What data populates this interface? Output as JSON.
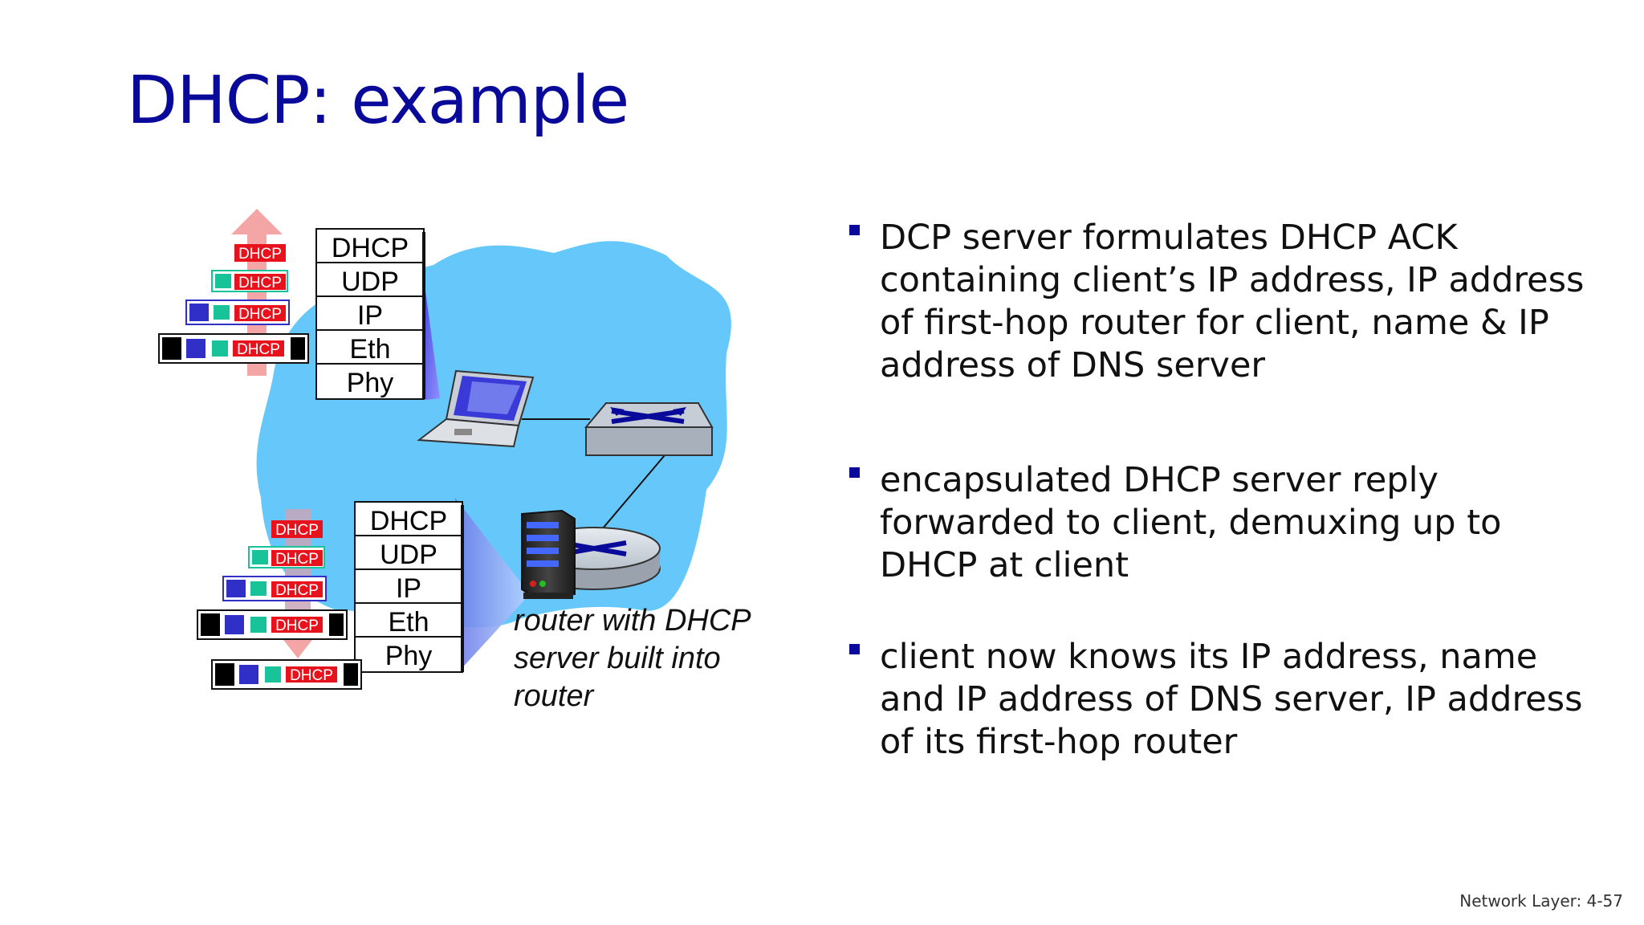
{
  "title": "DHCP: example",
  "footer": "Network Layer: 4-57",
  "caption": "router with DHCP\nserver built into\nrouter",
  "stack_labels": [
    "DHCP",
    "UDP",
    "IP",
    "Eth",
    "Phy"
  ],
  "packet_label": "DHCP",
  "bullets": [
    "DCP server formulates DHCP ACK containing client’s IP address, IP address of first-hop router for client, name & IP address of DNS server",
    "encapsulated DHCP server reply forwarded to client, demuxing up to DHCP at client",
    "client now knows its IP address, name and IP address of DNS server, IP address of its first-hop router"
  ],
  "colors": {
    "title": "#0a0a9a",
    "cloud": "#66c8fa",
    "dhcp_red": "#e8121c",
    "udp_green": "#19c39a",
    "ip_blue": "#3030c8",
    "eth_black": "#000000",
    "arrow_pink": "#f4a6a6"
  },
  "icons": [
    "laptop-icon",
    "switch-icon",
    "router-icon",
    "server-icon"
  ]
}
